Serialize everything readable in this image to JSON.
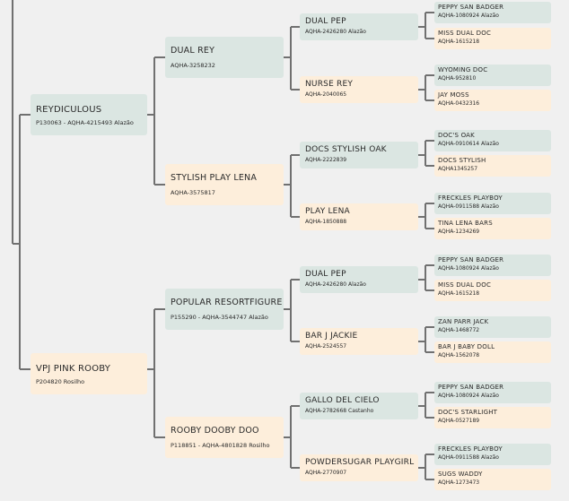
{
  "pedigree": {
    "sire": {
      "name": "REYDICULOUS",
      "reg": "P130063 - AQHA-4215493 Alazão",
      "sire": {
        "name": "DUAL REY",
        "reg": "AQHA-3258232",
        "sire": {
          "name": "DUAL PEP",
          "reg": "AQHA-2426280 Alazão",
          "sire": {
            "name": "PEPPY SAN BADGER",
            "reg": "AQHA-1080924 Alazão"
          },
          "dam": {
            "name": "MISS DUAL DOC",
            "reg": "AQHA-1615218"
          }
        },
        "dam": {
          "name": "NURSE REY",
          "reg": "AQHA-2040065",
          "sire": {
            "name": "WYOMING DOC",
            "reg": "AQHA-952810"
          },
          "dam": {
            "name": "JAY MOSS",
            "reg": "AQHA-0432316"
          }
        }
      },
      "dam": {
        "name": "STYLISH PLAY LENA",
        "reg": "AQHA-3575817",
        "sire": {
          "name": "DOCS STYLISH OAK",
          "reg": "AQHA-2222839",
          "sire": {
            "name": "DOC'S OAK",
            "reg": "AQHA-0910614 Alazão"
          },
          "dam": {
            "name": "DOCS STYLISH",
            "reg": "AQHA1345257"
          }
        },
        "dam": {
          "name": "PLAY LENA",
          "reg": "AQHA-1850888",
          "sire": {
            "name": "FRECKLES PLAYBOY",
            "reg": "AQHA-0911588 Alazão"
          },
          "dam": {
            "name": "TINA LENA BARS",
            "reg": "AQHA-1234269"
          }
        }
      }
    },
    "dam": {
      "name": "VPJ PINK ROOBY",
      "reg": "P204820 Rosilho",
      "sire": {
        "name": "POPULAR RESORTFIGURE",
        "reg": "P155290 - AQHA-3544747 Alazão",
        "sire": {
          "name": "DUAL PEP",
          "reg": "AQHA-2426280 Alazão",
          "sire": {
            "name": "PEPPY SAN BADGER",
            "reg": "AQHA-1080924 Alazão"
          },
          "dam": {
            "name": "MISS DUAL DOC",
            "reg": "AQHA-1615218"
          }
        },
        "dam": {
          "name": "BAR J JACKIE",
          "reg": "AQHA-2524557",
          "sire": {
            "name": "ZAN PARR JACK",
            "reg": "AQHA-1468772"
          },
          "dam": {
            "name": "BAR J BABY DOLL",
            "reg": "AQHA-1562078"
          }
        }
      },
      "dam": {
        "name": "ROOBY DOOBY DOO",
        "reg": "P118851 - AQHA-4801828 Rosilho",
        "sire": {
          "name": "GALLO DEL CIELO",
          "reg": "AQHA-2782668 Castanho",
          "sire": {
            "name": "PEPPY SAN BADGER",
            "reg": "AQHA-1080924 Alazão"
          },
          "dam": {
            "name": "DOC'S STARLIGHT",
            "reg": "AQHA-0527189"
          }
        },
        "dam": {
          "name": "POWDERSUGAR PLAYGIRL",
          "reg": "AQHA-2770907",
          "sire": {
            "name": "FRECKLES PLAYBOY",
            "reg": "AQHA-0911588 Alazão"
          },
          "dam": {
            "name": "SUGS WADDY",
            "reg": "AQHA-1273473"
          }
        }
      }
    }
  },
  "colors": {
    "sire_box": "#dbe6e2",
    "dam_box": "#fdeedb",
    "connector": "#707070",
    "background": "#f0f0f0"
  }
}
